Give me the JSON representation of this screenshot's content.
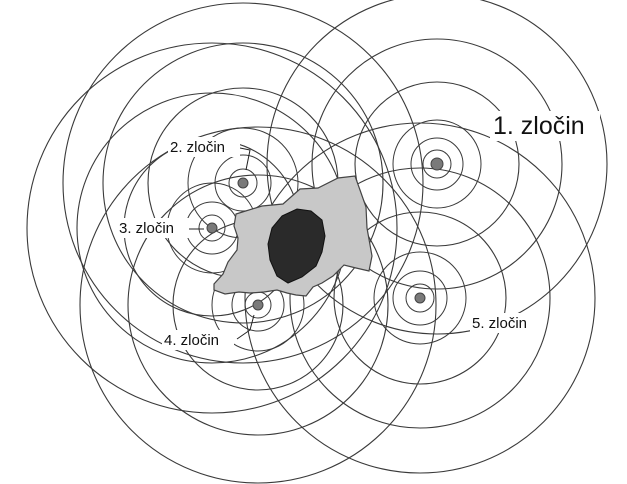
{
  "diagram": {
    "labels": {
      "crime1": "1. zločin",
      "crime2": "2. zločin",
      "crime3": "3. zločin",
      "crime4": "4. zločin",
      "crime5": "5. zločin"
    },
    "colors": {
      "rings": "#3a3a3a",
      "crime_site": "#7a7a7a",
      "probable_area": "#c8c8c8",
      "core_area": "#2a2a2a"
    }
  }
}
